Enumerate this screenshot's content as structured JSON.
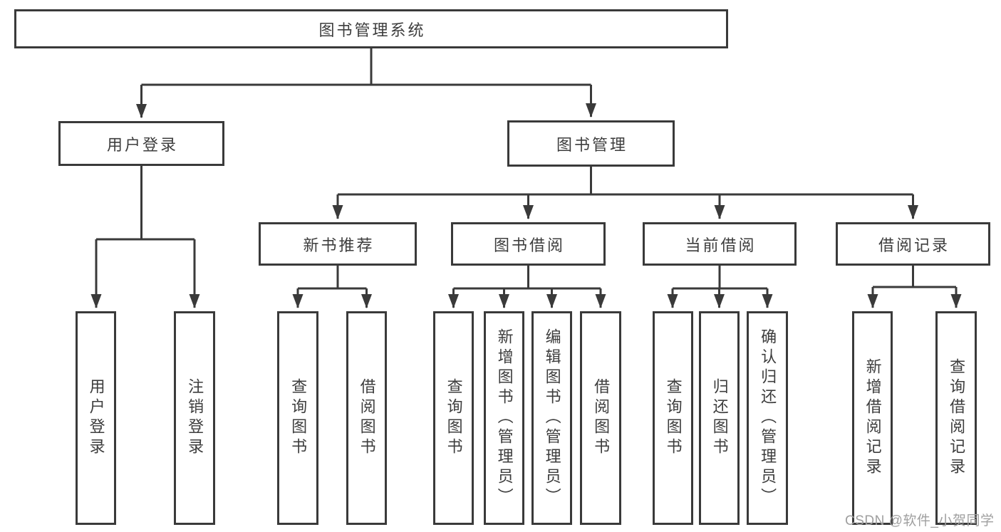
{
  "nodes": {
    "root": "图书管理系统",
    "user_login": "用户登录",
    "book_mgmt": "图书管理",
    "new_book_rec": "新书推荐",
    "book_borrow": "图书借阅",
    "current_borrow": "当前借阅",
    "borrow_record": "借阅记录",
    "leaf_user_login": "用户登录",
    "leaf_logout": "注销登录",
    "leaf_query_book_rec": "查询图书",
    "leaf_borrow_book_rec": "借阅图书",
    "leaf_query_book_borrow": "查询图书",
    "leaf_add_book": "新增图书（管理员）",
    "leaf_edit_book": "编辑图书（管理员）",
    "leaf_borrow_book_borrow": "借阅图书",
    "leaf_query_book_current": "查询图书",
    "leaf_return_book": "归还图书",
    "leaf_confirm_return": "确认归还（管理员）",
    "leaf_add_borrow_record": "新增借阅记录",
    "leaf_query_borrow_record": "查询借阅记录"
  },
  "watermark": "CSDN @软件_小贺同学",
  "colors": {
    "line": "#3a3a3a",
    "text": "#3d3d3d",
    "watermark-color": "#9f9f9f",
    "background": "#ffffff"
  }
}
